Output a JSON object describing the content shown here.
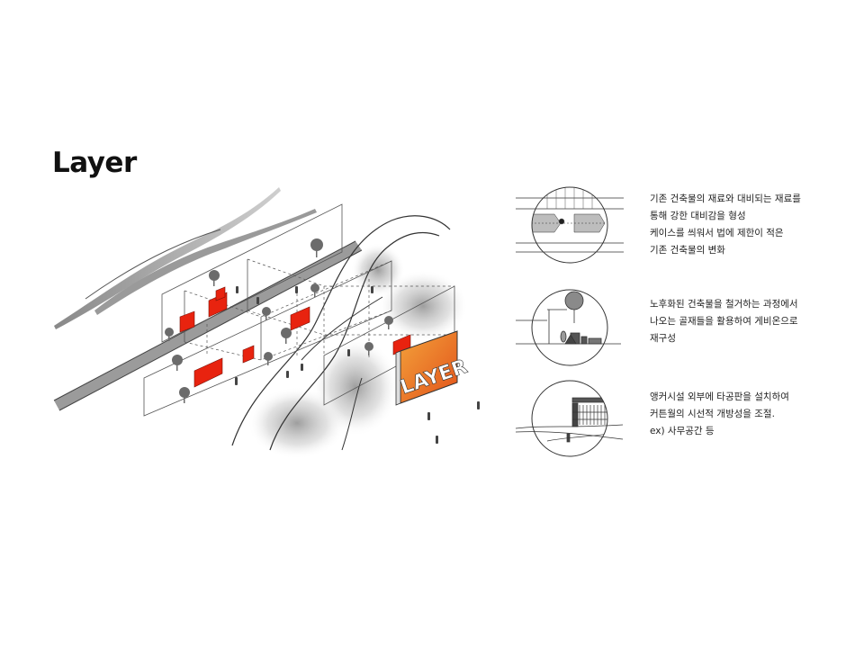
{
  "title": "Layer",
  "sign_text": "LAYER",
  "colors": {
    "accent": "#e8230f",
    "sign_orange": "#f07a22",
    "line": "#333333",
    "shade": "#9a9a9a"
  },
  "details": [
    {
      "icon": "case-over-existing-material-detail",
      "caption": [
        "기존 건축물의 재료와 대비되는 재료를",
        "통해 강한 대비감을 형성",
        "케이스를 씌워서 법에 제한이 적은",
        "기존 건축물의 변화"
      ]
    },
    {
      "icon": "reused-material-gabion-detail",
      "caption": [
        "노후화된 건축물을 철거하는 과정에서",
        "나오는 골재들을 활용하여 게비온으로",
        "재구성"
      ]
    },
    {
      "icon": "perforated-panel-curtain-wall-detail",
      "caption": [
        "앵커시설 외부에 타공판을 설치하여",
        "커튼월의 시선적 개방성을 조절.",
        "ex) 사무공간 등"
      ]
    }
  ]
}
